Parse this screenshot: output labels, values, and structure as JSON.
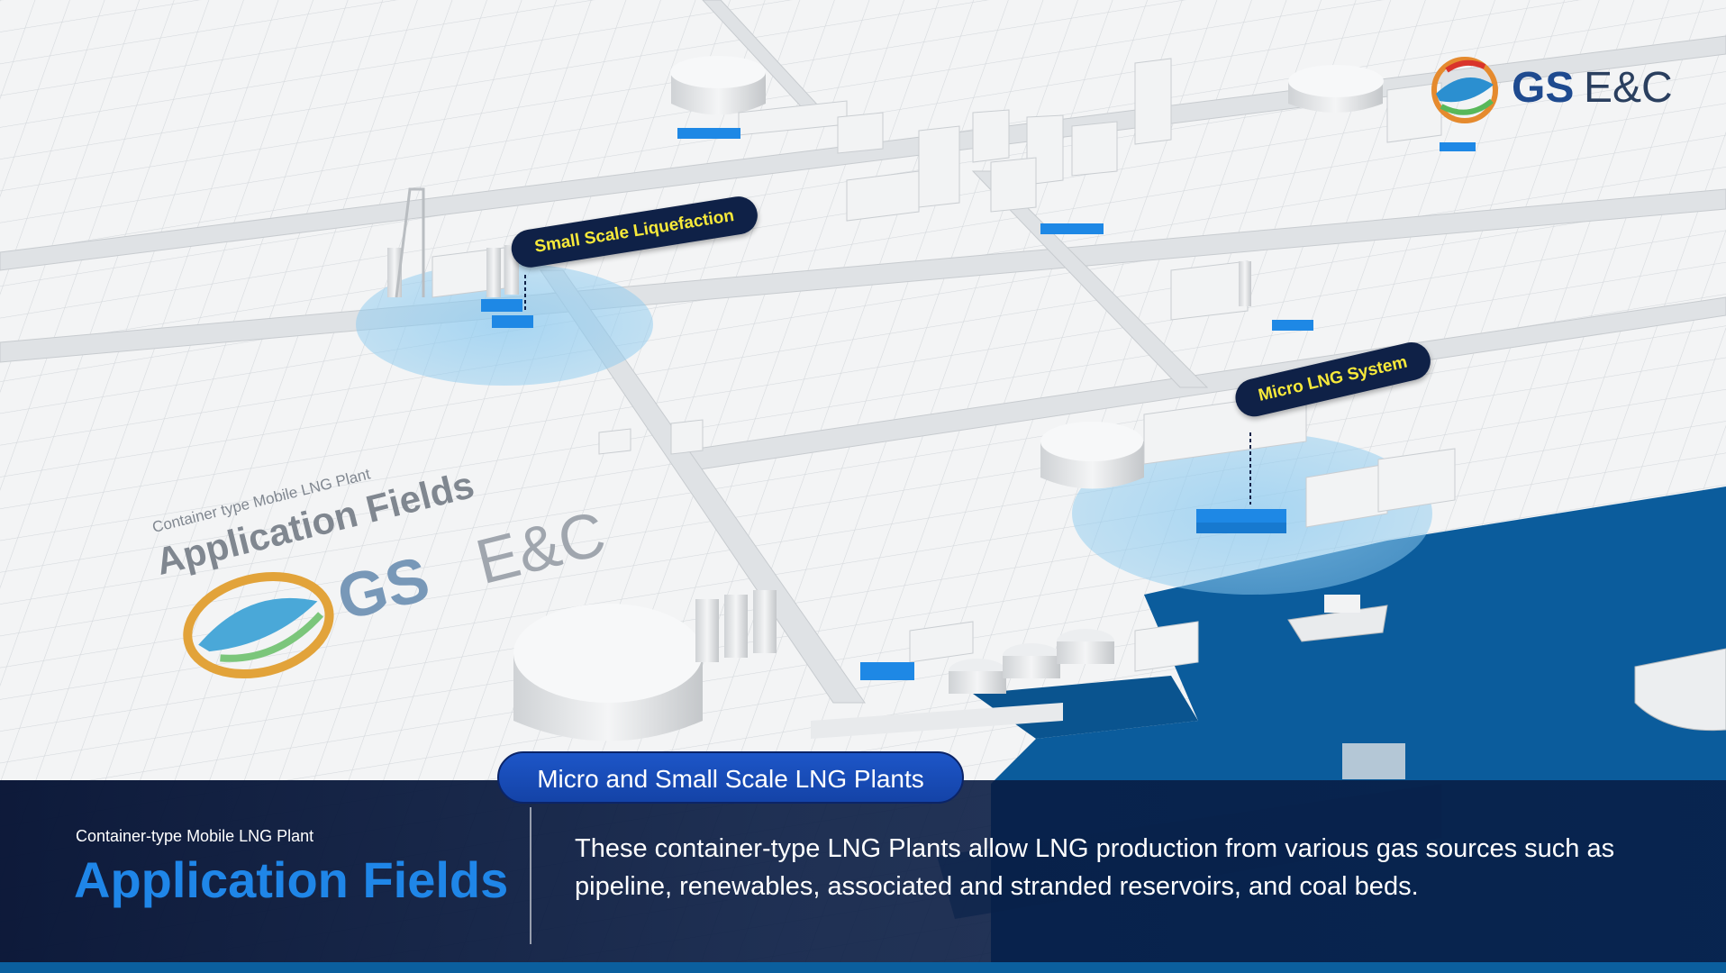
{
  "scene": {
    "callouts": {
      "small_scale": "Small Scale Liquefaction",
      "micro": "Micro LNG System"
    },
    "ground_branding": {
      "subtitle": "Container type Mobile LNG Plant",
      "title": "Application Fields",
      "logo_gs": "GS",
      "logo_ec": "E&C"
    },
    "top_logo": {
      "gs": "GS",
      "ec": "E&C"
    },
    "colors": {
      "water": "#0b5c9c",
      "highlight_zone": "#9fd3f2",
      "container_blue": "#1e88e5",
      "callout_bg": "#0f2147",
      "callout_text": "#f7e93a"
    }
  },
  "banner": {
    "pill": "Micro and Small Scale LNG Plants",
    "subtitle": "Container-type Mobile LNG Plant",
    "title": "Application Fields",
    "description_line1": "These container-type LNG Plants allow LNG production from various gas sources such as",
    "description_line2": "pipeline, renewables, associated and stranded reservoirs, and coal beds.",
    "colors": {
      "background": "#061334",
      "title": "#1f86e8",
      "pill": "#1d56c8"
    }
  }
}
